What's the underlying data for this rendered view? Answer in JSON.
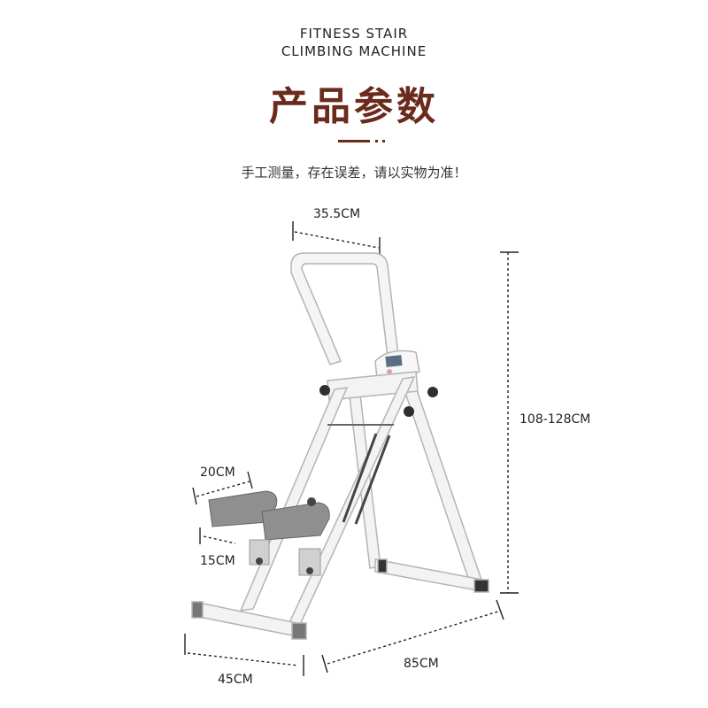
{
  "header": {
    "en_line1": "FITNESS STAIR",
    "en_line2": "CLIMBING MACHINE",
    "cn_title": "产品参数",
    "subtitle": "手工测量，存在误差，请以实物为准！"
  },
  "dimensions": {
    "top_width": "35.5CM",
    "height": "108-128CM",
    "pedal_length": "20CM",
    "pedal_height": "15CM",
    "base_width": "45CM",
    "base_length": "85CM"
  },
  "colors": {
    "accent": "#6b2a1c",
    "frame": "#f4f4f4",
    "frame_stroke": "#b9b9b9",
    "pedal": "#8e8e8e"
  }
}
